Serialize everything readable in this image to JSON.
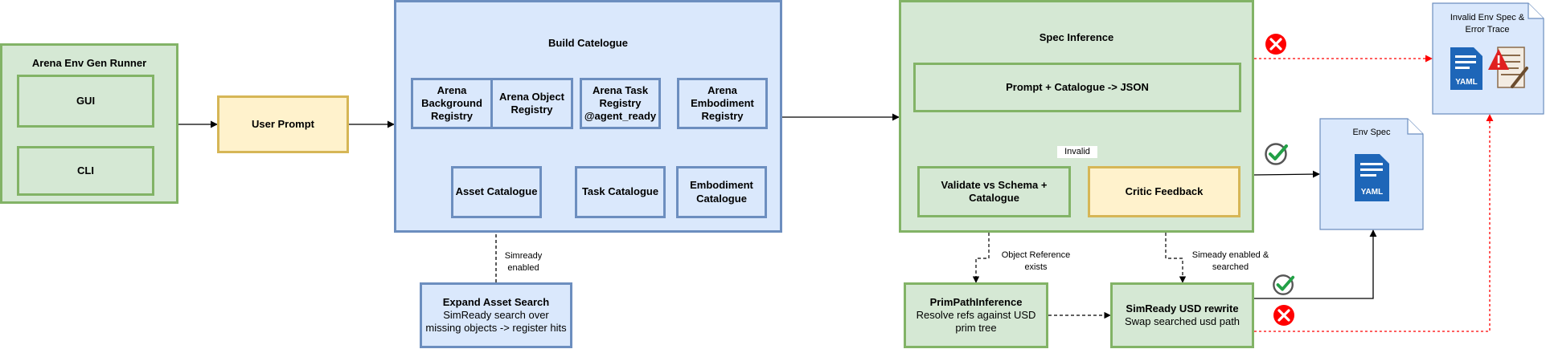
{
  "runner": {
    "title": "Arena Env Gen Runner",
    "gui": "GUI",
    "cli": "CLI"
  },
  "user_prompt": "User Prompt",
  "catalogue": {
    "title": "Build Catelogue",
    "bg_registry": "Arena Background Registry",
    "obj_registry": "Arena Object Registry",
    "task_registry": "Arena Task Registry @agent_ready",
    "emb_registry": "Arena Embodiment Registry",
    "asset_catalogue": "Asset Catalogue",
    "task_catalogue": "Task Catalogue",
    "emb_catalogue": "Embodiment Catalogue"
  },
  "expand": {
    "title": "Expand Asset Search",
    "desc": "SimReady search over missing objects -> register hits",
    "edge_label": "Simready enabled"
  },
  "spec": {
    "title": "Spec Inference",
    "prompt_json": "Prompt + Catalogue -> JSON",
    "validate": "Validate vs Schema + Catalogue",
    "critic": "Critic Feedback",
    "invalid_label": "Invalid"
  },
  "prim": {
    "title": "PrimPathInference",
    "desc": "Resolve refs against USD prim tree",
    "edge_label": "Object Reference exists"
  },
  "simready": {
    "title": "SimReady USD rewrite",
    "desc": "Swap searched usd path",
    "edge_label": "Simeady enabled & searched"
  },
  "env_spec": {
    "title": "Env Spec",
    "badge": "YAML"
  },
  "invalid_spec": {
    "title": "Invalid Env Spec & Error Trace",
    "badge": "YAML"
  },
  "colors": {
    "green_fill": "#d5e8d4",
    "green_border": "#82b366",
    "blue_fill": "#dae8fc",
    "blue_border": "#6c8ebf",
    "yellow_fill": "#fff2cc",
    "yellow_border": "#d6b656",
    "error_red": "#ff0000",
    "check_green": "#22a046"
  }
}
